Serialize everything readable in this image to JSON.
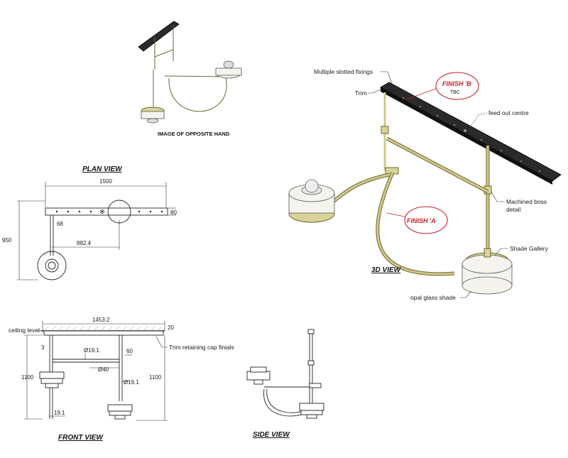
{
  "captions": {
    "opposite_hand": "IMAGE OF OPPOSITE HAND"
  },
  "views": {
    "plan": "PLAN VIEW",
    "three_d": "3D VIEW",
    "front": "FRONT VIEW",
    "side": "SIDE VIEW"
  },
  "callouts": {
    "fixings": "Multiple slotted fixings",
    "trim": "Trim",
    "feed": "feed out centre",
    "boss_line1": "Machined boss",
    "boss_line2": "detail",
    "gallery": "Shade Gallery",
    "glass": "opal glass shade",
    "ceiling": "ceiling level",
    "finials": "Trim retaining cap finials"
  },
  "finishes": {
    "b": "FINISH 'B",
    "b_note": "TBC",
    "a": "FINISH 'A"
  },
  "plan_dims": {
    "width": "1500",
    "height": "950",
    "depth": "80",
    "offset": "68",
    "span": "882.4"
  },
  "front_dims": {
    "width": "1453.2",
    "top": "20",
    "left": "3",
    "dia1": "Ø19.1",
    "dia2": "Ø40",
    "dia3": "Ø19.1",
    "cap": "60",
    "drop_left": "1100",
    "drop_right": "1100",
    "rod": "19.1"
  },
  "colors": {
    "finish_ring": "#c8202a",
    "brass": "#d9d39a"
  }
}
